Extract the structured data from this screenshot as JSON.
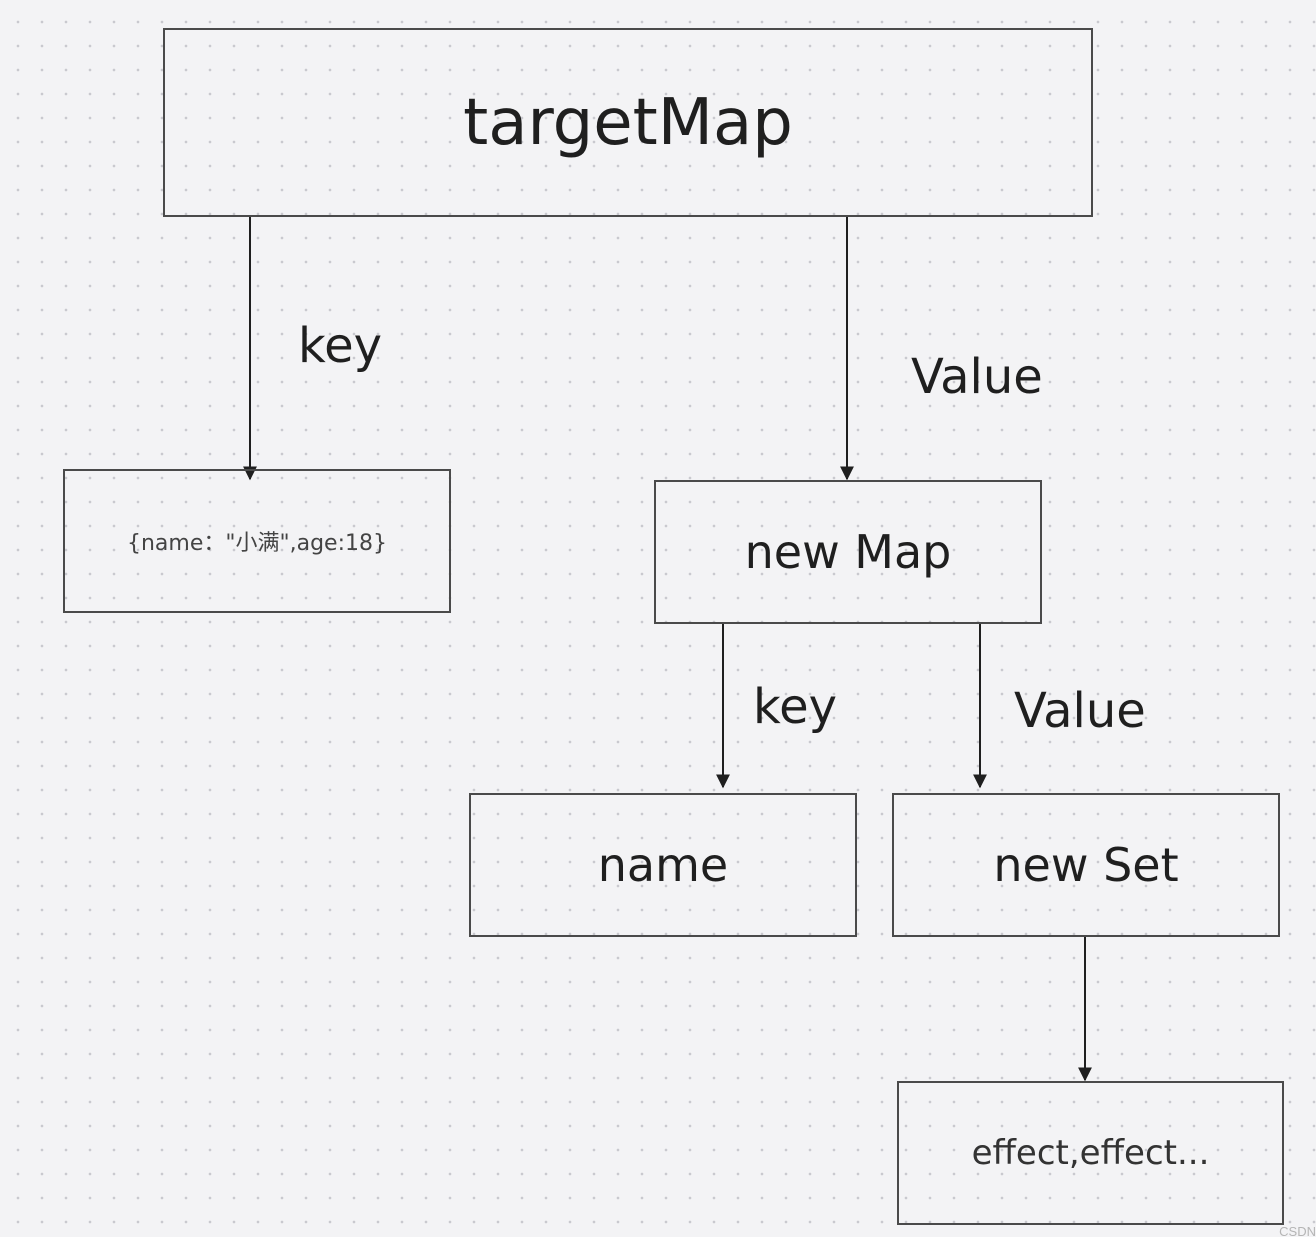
{
  "diagram": {
    "nodes": {
      "target_map": "targetMap",
      "object": "{name：\"小满\",age:18}",
      "new_map": "new Map",
      "name": "name",
      "new_set": "new Set",
      "effects": "effect,effect..."
    },
    "edges": {
      "target_key": "key",
      "target_value": "Value",
      "map_key": "key",
      "map_value": "Value"
    }
  },
  "watermark": "CSDN"
}
